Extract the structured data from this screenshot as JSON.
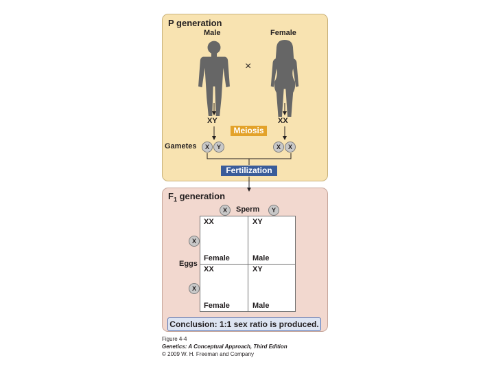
{
  "p_generation": {
    "title": "P generation",
    "male_label": "Male",
    "female_label": "Female",
    "cross_symbol": "×",
    "male_genotype": "XY",
    "female_genotype": "XX",
    "process_meiosis": "Meiosis",
    "gametes_label": "Gametes",
    "male_gametes": [
      "X",
      "Y"
    ],
    "female_gametes": [
      "X",
      "X"
    ],
    "process_fertilization": "Fertilization"
  },
  "f1_generation": {
    "title_main": "F",
    "title_sub": "1",
    "title_rest": " generation",
    "sperm_label": "Sperm",
    "sperm": [
      "X",
      "Y"
    ],
    "eggs_label": "Eggs",
    "eggs": [
      "X",
      "X"
    ],
    "cells": [
      {
        "genotype": "XX",
        "sex": "Female"
      },
      {
        "genotype": "XY",
        "sex": "Male"
      },
      {
        "genotype": "XX",
        "sex": "Female"
      },
      {
        "genotype": "XY",
        "sex": "Male"
      }
    ]
  },
  "conclusion": "Conclusion: 1:1 sex ratio is produced.",
  "caption": {
    "figure": "Figure 4-4",
    "book": "Genetics: A Conceptual Approach, Third Edition",
    "copyright": "© 2009 W. H. Freeman and Company"
  },
  "colors": {
    "p_panel": "#f8e3b1",
    "f1_panel": "#f2d8cf",
    "meiosis_tag": "#e3a22a",
    "fertilization_tag": "#3a5c9a",
    "silhouette": "#666666"
  }
}
